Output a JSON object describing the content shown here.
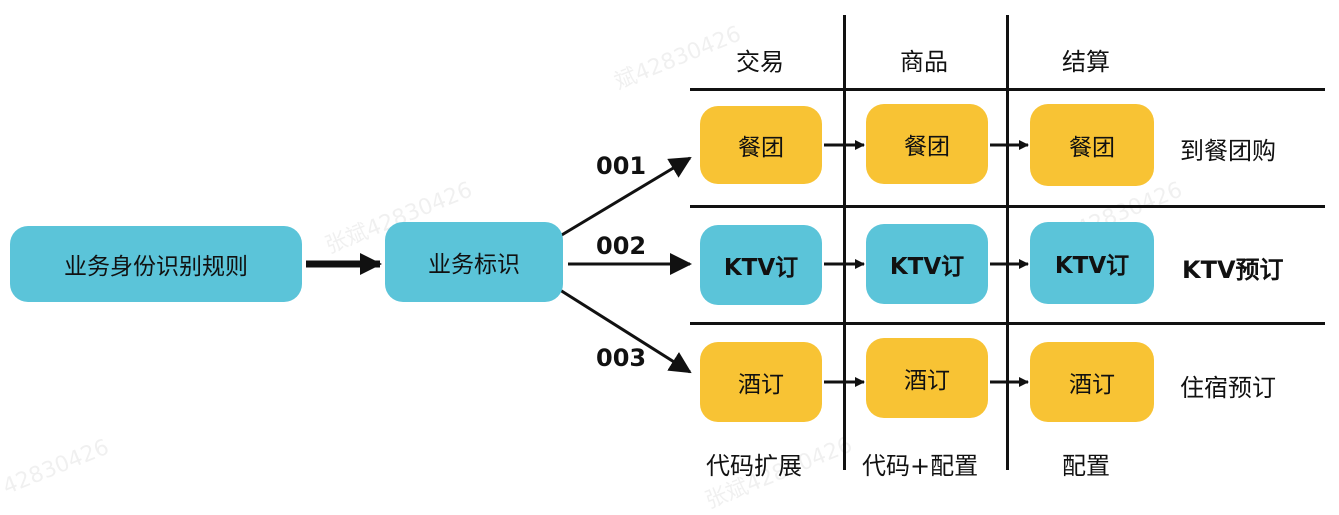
{
  "watermarks": [
    "张斌42830426",
    "张斌42830426",
    "张斌42830426",
    "斌42830426",
    "42830426"
  ],
  "source_box": "业务身份识别规则",
  "id_box": "业务标识",
  "codes": [
    "001",
    "002",
    "003"
  ],
  "columns": [
    "交易",
    "商品",
    "结算"
  ],
  "rows": [
    {
      "label": "到餐团购",
      "cells": [
        "餐团",
        "餐团",
        "餐团"
      ],
      "color": "#F8C334"
    },
    {
      "label": "KTV预订",
      "cells": [
        "KTV订",
        "KTV订",
        "KTV订"
      ],
      "color": "#5BC4D9"
    },
    {
      "label": "住宿预订",
      "cells": [
        "酒订",
        "酒订",
        "酒订"
      ],
      "color": "#F8C334"
    }
  ],
  "footers": [
    "代码扩展",
    "代码+配置",
    "配置"
  ],
  "colors": {
    "teal": "#5BC4D9",
    "gold": "#F8C334",
    "line": "#111111"
  }
}
